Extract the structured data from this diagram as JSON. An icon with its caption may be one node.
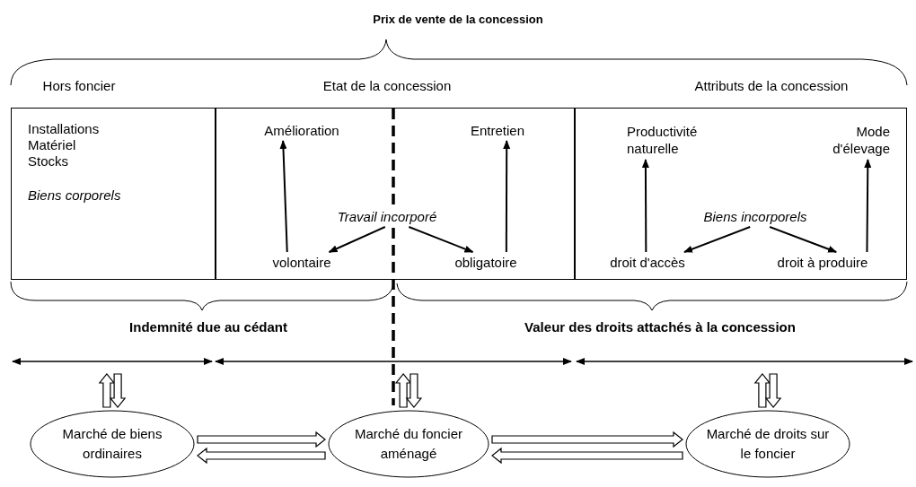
{
  "diagram": {
    "title": "Prix de vente de la concession",
    "nodes": [
      {
        "text": [
          "Hors foncier",
          "Installations",
          "Matériel",
          "Stocks",
          "Biens corporels"
        ]
      },
      {
        "text": [
          "Etat de la concession"
        ]
      },
      {
        "text": [
          "Amélioration"
        ],
        "in": 1
      },
      {
        "text": [
          "Entretien"
        ],
        "in": 1
      },
      {
        "text": [
          "Travail incorporé"
        ],
        "in": 1
      },
      {
        "text": [
          "volontaire"
        ],
        "in": 1
      },
      {
        "text": [
          "obligatoire"
        ],
        "in": 1
      },
      {
        "text": [
          "Attributs de la concession"
        ]
      },
      {
        "text": [
          "Productivité naturelle"
        ],
        "in": 7
      },
      {
        "text": [
          "Mode d'élevage"
        ],
        "in": 7
      },
      {
        "text": [
          "Biens incorporels"
        ],
        "in": 7
      },
      {
        "text": [
          "droit d'accès"
        ],
        "in": 7
      },
      {
        "text": [
          "droit à produire"
        ],
        "in": 7
      },
      {
        "text": [
          "Marché de biens ordinaires"
        ]
      },
      {
        "text": [
          "Marché du foncier aménagé"
        ]
      },
      {
        "text": [
          "Marché de droits sur le foncier"
        ]
      }
    ],
    "edges": [
      {
        "from": 5,
        "to": 2,
        "arrow": "to"
      },
      {
        "from": 6,
        "to": 3,
        "arrow": "to"
      },
      {
        "from": 4,
        "to": 5,
        "arrow": "to"
      },
      {
        "from": 4,
        "to": 6,
        "arrow": "to"
      },
      {
        "from": 11,
        "to": 8,
        "arrow": "to"
      },
      {
        "from": 12,
        "to": 9,
        "arrow": "to"
      },
      {
        "from": 10,
        "to": 11,
        "arrow": "to"
      },
      {
        "from": 10,
        "to": 12,
        "arrow": "to"
      },
      {
        "from": 13,
        "to": null,
        "arrow": "to"
      },
      {
        "from": null,
        "to": 13,
        "arrow": "to"
      },
      {
        "from": 14,
        "to": null,
        "arrow": "to"
      },
      {
        "from": null,
        "to": 14,
        "arrow": "to"
      },
      {
        "from": 15,
        "to": null,
        "arrow": "to"
      },
      {
        "from": null,
        "to": 15,
        "arrow": "to"
      },
      {
        "from": 13,
        "to": 14,
        "arrow": "to"
      },
      {
        "from": 14,
        "to": 13,
        "arrow": "to"
      },
      {
        "from": 14,
        "to": 15,
        "arrow": "to"
      },
      {
        "from": 15,
        "to": 14,
        "arrow": "to"
      }
    ],
    "labels": [
      "Indemnité due au cédant",
      "Valeur des droits attachés à la concession"
    ]
  }
}
